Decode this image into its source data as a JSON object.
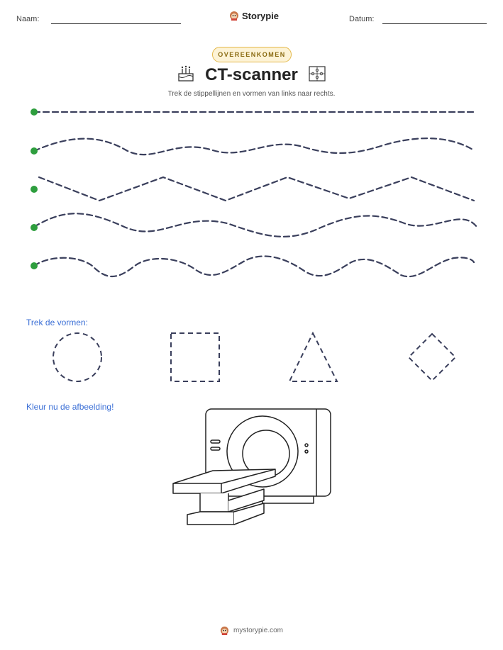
{
  "header": {
    "name_label": "Naam:",
    "brand": "Storypie",
    "date_label": "Datum:"
  },
  "badge": "OVEREENKOMEN",
  "title": "CT-scanner",
  "subtitle": "Trek de stippellijnen en vormen van links naar rechts.",
  "sections": {
    "shapes_label": "Trek de vormen:",
    "color_label": "Kleur nu de afbeelding!"
  },
  "shapes": [
    "circle",
    "square",
    "triangle",
    "diamond"
  ],
  "icons": {
    "left": "birthday-cake-icon",
    "right": "puzzle-icon",
    "brand": "storypie-mascot-icon"
  },
  "colors": {
    "start_dot": "#2e9e3e",
    "dash": "#3a3f5c",
    "accent": "#3b6fd6",
    "badge_border": "#e3b84a"
  },
  "footer": "mystorypie.com"
}
